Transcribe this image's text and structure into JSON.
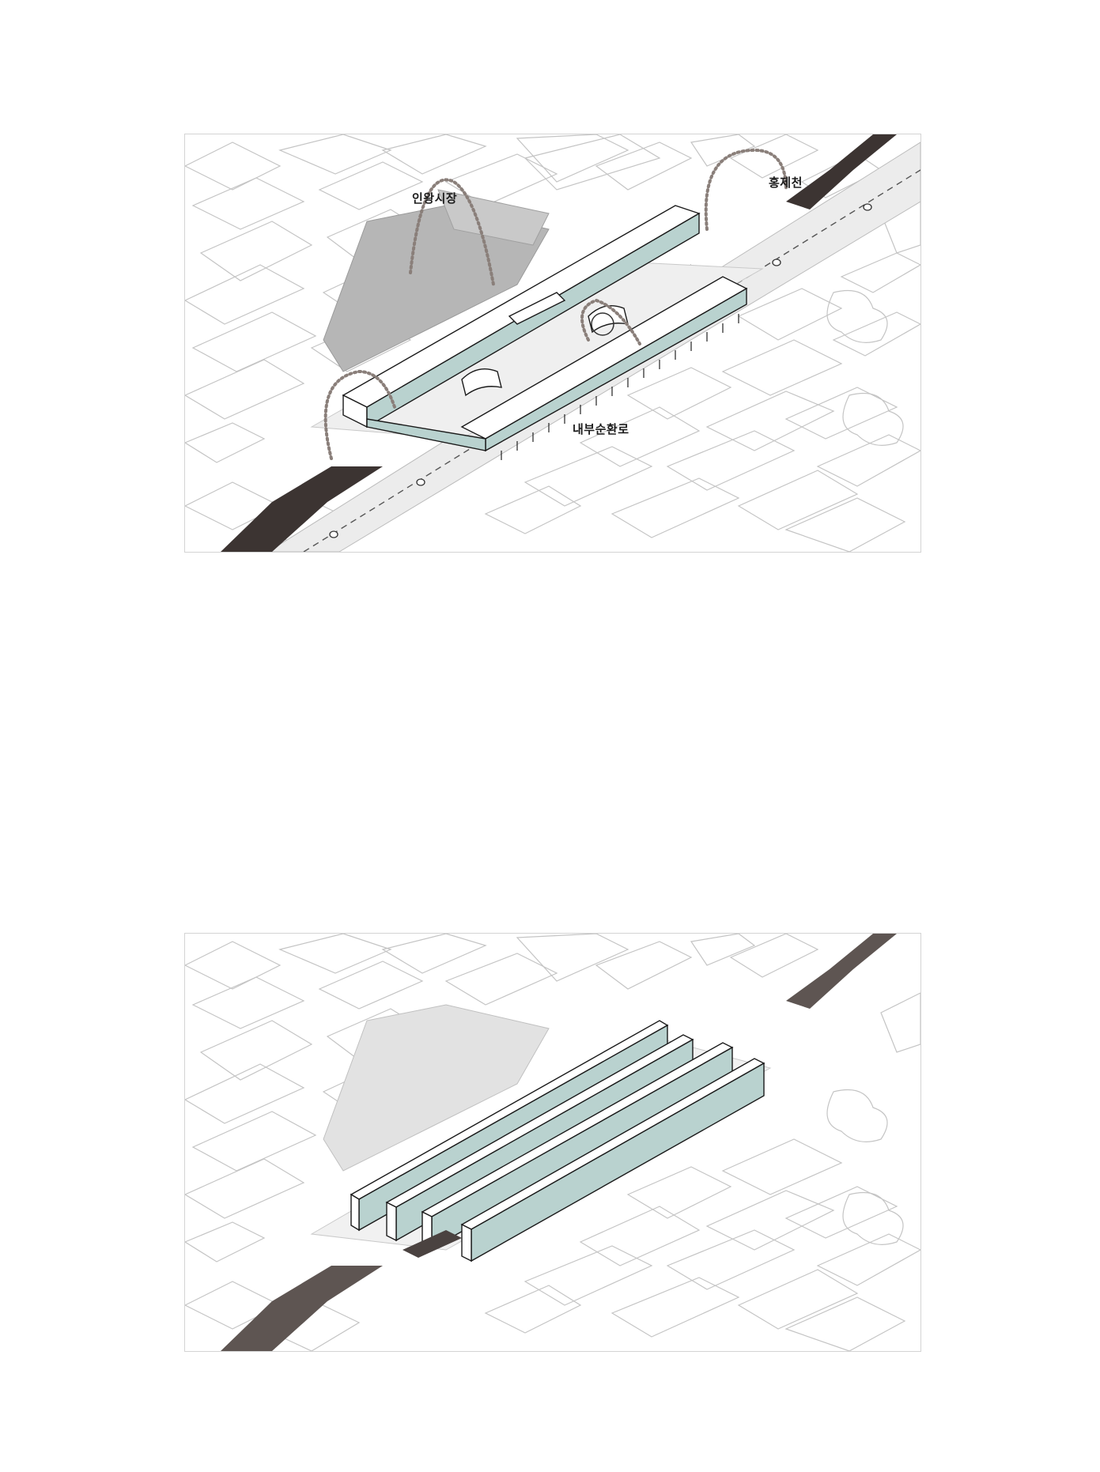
{
  "diagram_1": {
    "labels": {
      "market": "인왕시장",
      "stream": "홍제천",
      "road": "내부순환로"
    }
  },
  "diagram_2": {},
  "colors": {
    "building_face": "#b9d2cf",
    "stream": "#3c3432",
    "stream_light": "#5e5552",
    "market_dark": "#b3b3b3",
    "market_light": "#dedede",
    "road": "#e8e8e8",
    "path_dots": "#8a7f7a",
    "lines": "#bdbdbd"
  }
}
